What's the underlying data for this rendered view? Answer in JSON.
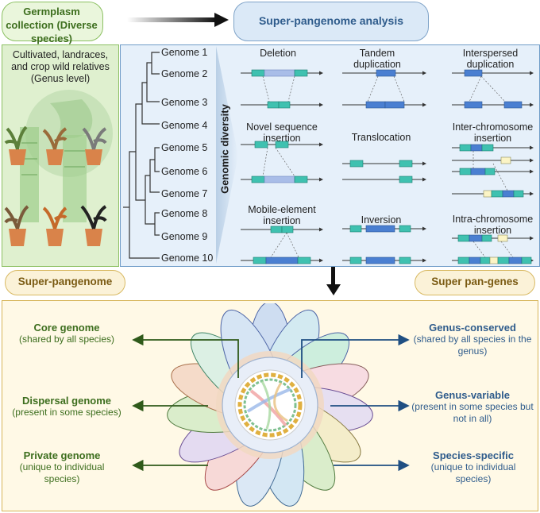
{
  "top": {
    "germplasm": "Germplasm collection (Diverse species)",
    "analysis": "Super-pangenome analysis",
    "accessions": "Cultivated, landraces, and crop wild relatives (Genus level)"
  },
  "genomes": [
    "Genome 1",
    "Genome 2",
    "Genome 3",
    "Genome 4",
    "Genome 5",
    "Genome 6",
    "Genome 7",
    "Genome 8",
    "Genome 9",
    "Genome 10"
  ],
  "diversity_label": "Genomic diversity",
  "variants": {
    "deletion": "Deletion",
    "tandem": "Tandem duplication",
    "interspersed": "Interspersed duplication",
    "novel": "Novel sequence insertion",
    "translocation": "Translocation",
    "inter": "Inter-chromosome insertion",
    "mobile": "Mobile-element insertion",
    "inversion": "Inversion",
    "intra": "Intra-chromosome insertion"
  },
  "headers": {
    "super_pangenome": "Super-pangenome",
    "super_pan_genes": "Super pan-genes"
  },
  "left_items": [
    {
      "title": "Core genome",
      "desc": "(shared by all species)"
    },
    {
      "title": "Dispersal genome",
      "desc": "(present in some species)"
    },
    {
      "title": "Private genome",
      "desc": "(unique to individual species)"
    }
  ],
  "right_items": [
    {
      "title": "Genus-conserved",
      "desc": "(shared by all species in the genus)"
    },
    {
      "title": "Genus-variable",
      "desc": "(present in some species but not in all)"
    },
    {
      "title": "Species-specific",
      "desc": "(unique to individual species)"
    }
  ],
  "colors": {
    "green_text": "#3d6e1e",
    "blue_text": "#2f5c8c",
    "teal_segment": "#3fc1b0",
    "blue_segment": "#4a7fd1"
  }
}
